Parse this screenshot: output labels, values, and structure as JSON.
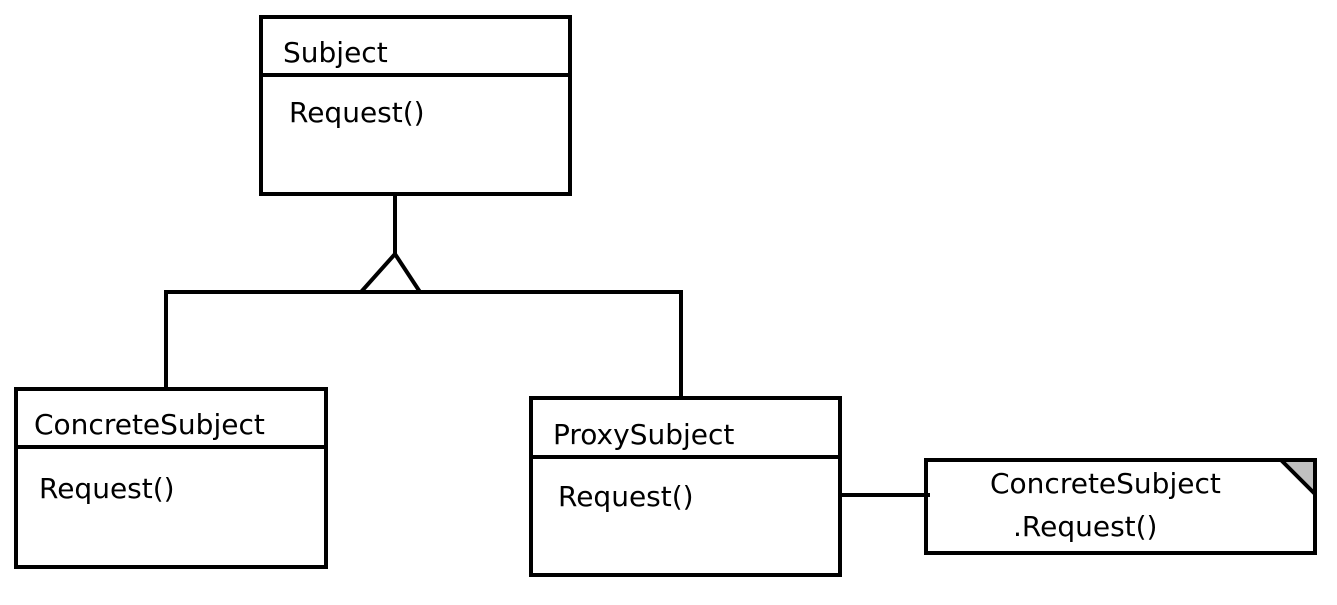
{
  "diagram": {
    "classes": {
      "subject": {
        "name": "Subject",
        "operations": [
          "Request()"
        ]
      },
      "concrete_subject": {
        "name": "ConcreteSubject",
        "operations": [
          "Request()"
        ]
      },
      "proxy_subject": {
        "name": "ProxySubject",
        "operations": [
          "Request()"
        ]
      }
    },
    "note": {
      "lines": [
        "ConcreteSubject",
        ".Request()"
      ],
      "fold_color": "#c0c0c0"
    },
    "relationships": [
      {
        "type": "generalization",
        "from": "ConcreteSubject",
        "to": "Subject"
      },
      {
        "type": "generalization",
        "from": "ProxySubject",
        "to": "Subject"
      },
      {
        "type": "note-anchor",
        "from": "ProxySubject.Request()",
        "to": "note"
      }
    ]
  }
}
